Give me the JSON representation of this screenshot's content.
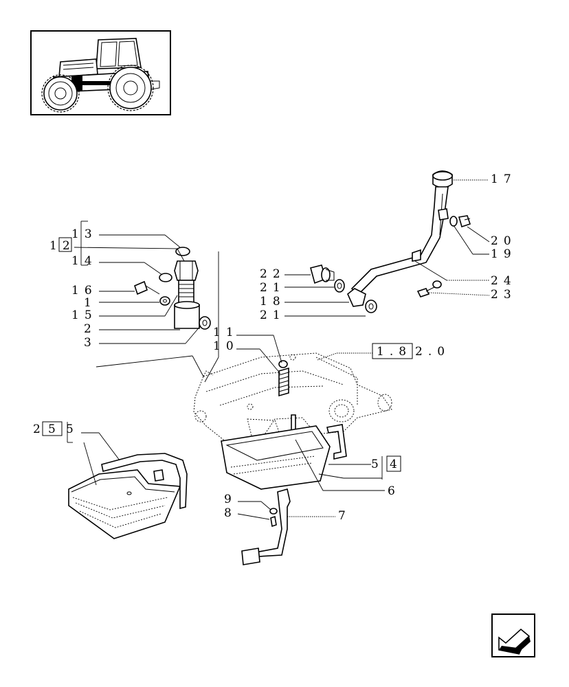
{
  "labels": {
    "l17": "17",
    "l20": "20",
    "l19": "19",
    "l24": "24",
    "l23": "23",
    "l22": "22",
    "l21a": "21",
    "l18": "18",
    "l21b": "21",
    "l13": "13",
    "l12": "12",
    "l14": "14",
    "l16": "16",
    "l1": "1",
    "l15": "15",
    "l2": "2",
    "l3": "3",
    "l11": "11",
    "l10": "10",
    "ref_1820_boxed": "1.8",
    "ref_1820_tail": "2.0",
    "ref_255_lead": "2",
    "ref_255_box": "5",
    "ref_255_tail": "5",
    "ref_54_lead": "5",
    "ref_54_box": "4",
    "l6": "6",
    "l9": "9",
    "l8": "8",
    "l7": "7"
  },
  "icons": {
    "thumbnail": "tractor-location-thumbnail",
    "nav": "previous-page-arrow-icon"
  }
}
